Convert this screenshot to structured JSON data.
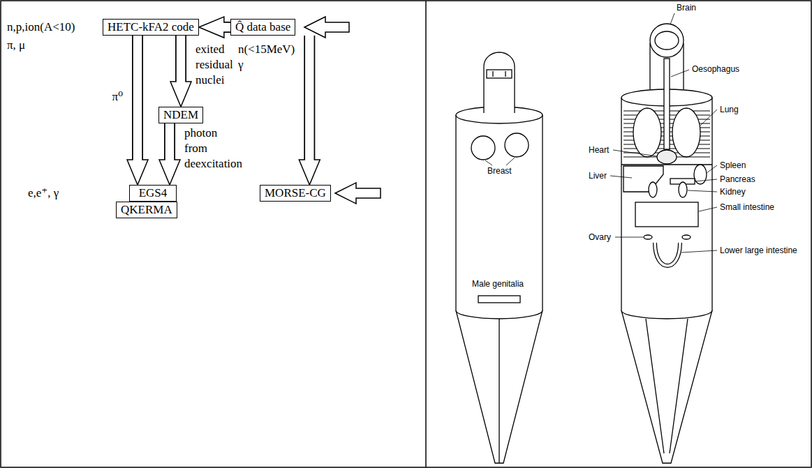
{
  "diagram": {
    "nodes": [
      {
        "text": [
          "HETC-kFA2 code"
        ]
      },
      {
        "text": [
          "Q̂ data base"
        ]
      },
      {
        "text": [
          "NDEM"
        ]
      },
      {
        "text": [
          "EGS4"
        ]
      },
      {
        "text": [
          "MORSE-CG"
        ]
      },
      {
        "text": [
          "QKERMA"
        ]
      }
    ],
    "edges": [
      {
        "from": 1,
        "to": 0,
        "arrow": "to"
      },
      {
        "from": 0,
        "to": 3,
        "arrow": "to",
        "label": "π⁰"
      },
      {
        "from": 0,
        "to": 2,
        "arrow": "to",
        "label": "exited residual nuclei"
      },
      {
        "from": 0,
        "to": 4,
        "arrow": "to",
        "label": "n(<15MeV) γ"
      },
      {
        "from": 2,
        "to": 3,
        "arrow": "to",
        "label": "photon from deexcitation"
      }
    ],
    "labels": [
      "n,p,ion(A<10)",
      "π, μ",
      "e,e⁺, γ",
      "Brain",
      "Oesophagus",
      "Lung",
      "Heart",
      "Spleen",
      "Liver",
      "Pancreas",
      "Kidney",
      "Small intestine",
      "Ovary",
      "Lower large intestine",
      "Breast",
      "Male genitalia"
    ]
  }
}
